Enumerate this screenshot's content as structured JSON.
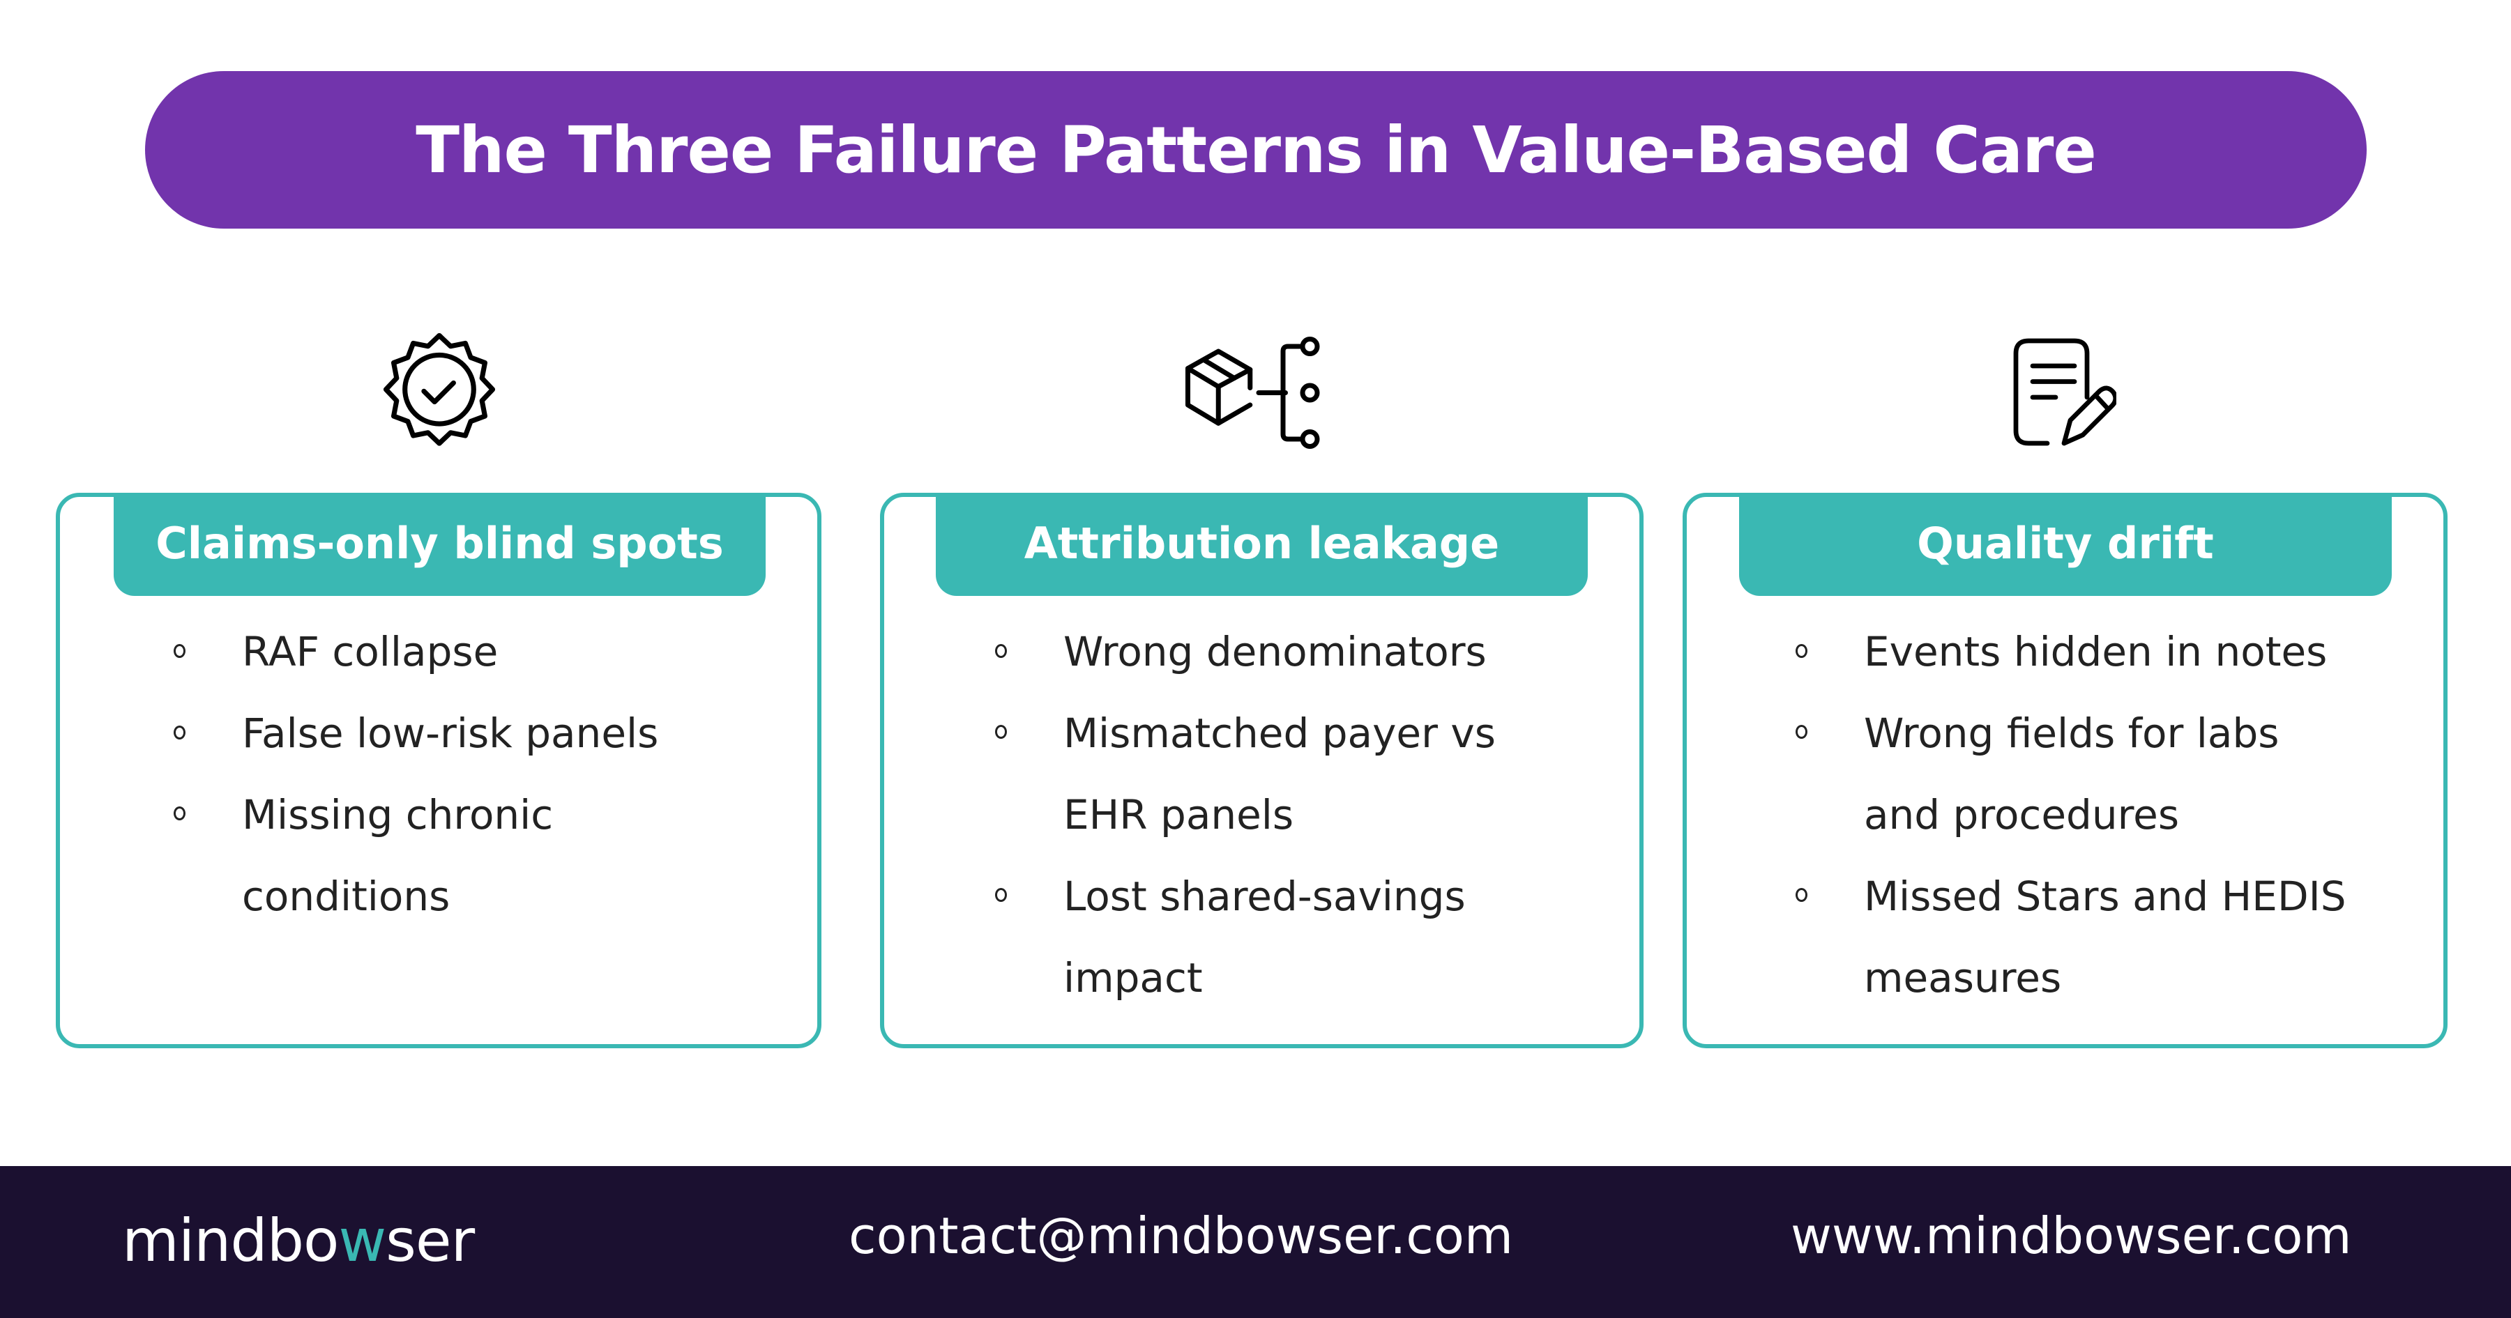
{
  "header": {
    "title": "The Three Failure Patterns in Value-Based Care"
  },
  "colors": {
    "banner": "#7234AC",
    "teal": "#3AB8B3",
    "footer": "#1B1030",
    "text": "#222222"
  },
  "cards": [
    {
      "icon": "badge-check-icon",
      "title": "Claims-only blind spots",
      "bullets": [
        "RAF collapse",
        "False low-risk panels",
        "Missing chronic conditions"
      ]
    },
    {
      "icon": "box-network-icon",
      "title": "Attribution leakage",
      "bullets": [
        "Wrong denominators",
        "Mismatched payer vs EHR panels",
        "Lost shared-savings impact"
      ]
    },
    {
      "icon": "document-edit-icon",
      "title": "Quality drift",
      "bullets": [
        "Events hidden in notes",
        "Wrong fields for labs and procedures",
        "Missed Stars and HEDIS measures"
      ]
    }
  ],
  "footer": {
    "logo_pre": "mindbo",
    "logo_accent": "w",
    "logo_post": "ser",
    "email": "contact@mindbowser.com",
    "website": "www.mindbowser.com"
  }
}
